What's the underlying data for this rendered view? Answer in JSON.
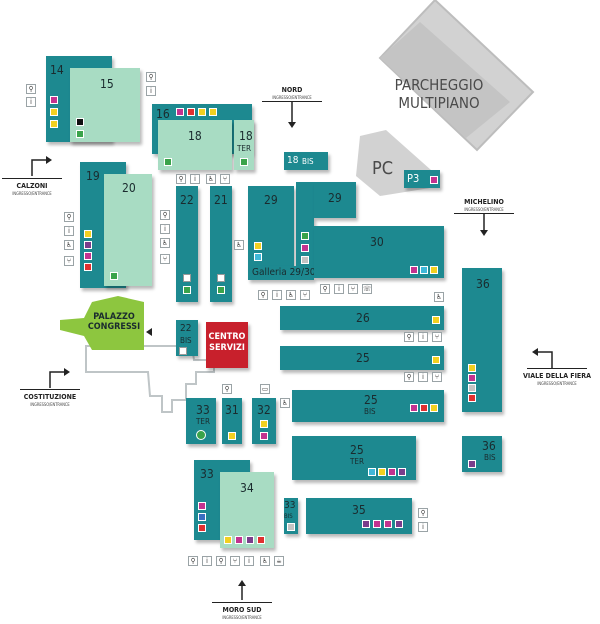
{
  "parking": {
    "title_line1": "PARCHEGGIO",
    "title_line2": "MULTIPIANO",
    "pc": "PC",
    "p3": "P3"
  },
  "entrances": {
    "nord": {
      "name": "NORD",
      "sub": "INGRESSO/ENTRANCE"
    },
    "calzoni": {
      "name": "CALZONI",
      "sub": "INGRESSO/ENTRANCE"
    },
    "michelino": {
      "name": "MICHELINO",
      "sub": "INGRESSO/ENTRANCE"
    },
    "costituzione": {
      "name": "COSTITUZIONE",
      "sub": "INGRESSO/ENTRANCE"
    },
    "viale_fiera": {
      "name": "VIALE DELLA FIERA",
      "sub": "INGRESSO/ENTRANCE"
    },
    "moro_sud": {
      "name": "MORO SUD",
      "sub": "INGRESSO/ENTRANCE"
    }
  },
  "palazzo": {
    "line1": "PALAZZO",
    "line2": "CONGRESSI"
  },
  "centro": {
    "line1": "CENTRO",
    "line2": "SERVIZI"
  },
  "halls": {
    "h14": "14",
    "h15": "15",
    "h16": "16",
    "h18": "18",
    "h18ter_num": "18",
    "h18ter_suffix": "TER",
    "h18bis_num": "18",
    "h18bis_suffix": "BIS",
    "h19": "19",
    "h20": "20",
    "h22": "22",
    "h21": "21",
    "h29a": "29",
    "h29b": "29",
    "galleria": "Galleria 29/30",
    "h30": "30",
    "h36": "36",
    "h22bis_num": "22",
    "h22bis_suffix": "BIS",
    "h26": "26",
    "h25": "25",
    "h25bis_num": "25",
    "h25bis_suffix": "BIS",
    "h33ter_num": "33",
    "h33ter_suffix": "TER",
    "h31": "31",
    "h32": "32",
    "h25ter_num": "25",
    "h25ter_suffix": "TER",
    "h36bis_num": "36",
    "h36bis_suffix": "BIS",
    "h33": "33",
    "h34": "34",
    "h33bis_num": "33",
    "h33bis_suffix": "BIS",
    "h35": "35"
  },
  "colors": {
    "hall": "#1d8990",
    "hall_light": "#a8dcc3",
    "palazzo": "#8dc63f",
    "centro": "#c8202c",
    "parking": "#c8c8c8",
    "magenta": "#c2338f",
    "yellow": "#f2d020",
    "red": "#e03030",
    "blue": "#3a6fc0",
    "green": "#3aa34a",
    "purple": "#7a3d8c",
    "cyan": "#40b8d8",
    "orange": "#f29a20",
    "white": "#ffffff",
    "black": "#111111"
  },
  "icons": [
    "wc-icon",
    "info-icon",
    "restaurant-icon",
    "wheelchair-icon",
    "phone-icon",
    "atm-icon",
    "cafe-icon"
  ]
}
